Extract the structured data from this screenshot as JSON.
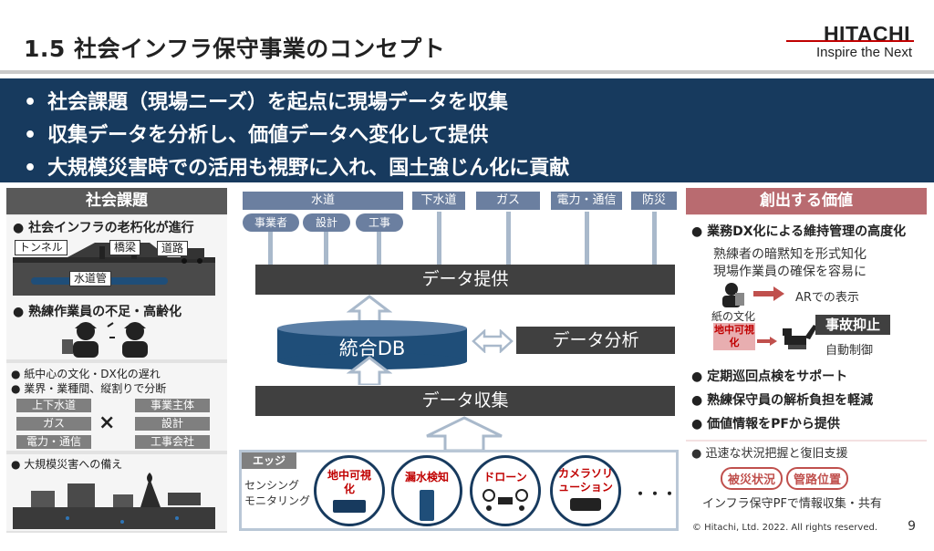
{
  "header": {
    "title": "1.5 社会インフラ保守事業のコンセプト",
    "logo_main": "HITACHI",
    "logo_sub": "Inspire the Next"
  },
  "banner": {
    "bullets": [
      "社会課題（現場ニーズ）を起点に現場データを収集",
      "収集データを分析し、価値データへ変化して提供",
      "大規模災害時での活用も視野に入れ、国土強じん化に貢献"
    ]
  },
  "left": {
    "heading": "社会課題",
    "aging": {
      "title": "社会インフラの老朽化が進行",
      "labels": [
        "トンネル",
        "橋梁",
        "道路",
        "水道管"
      ]
    },
    "workers": {
      "title": "熟練作業員の不足・高齢化"
    },
    "culture": {
      "lines": [
        "紙中心の文化・DX化の遅れ",
        "業界・業種間、縦割りで分断"
      ],
      "left_items": [
        "上下水道",
        "ガス",
        "電力・通信"
      ],
      "cross": "×",
      "right_items": [
        "事業主体",
        "設計",
        "工事会社"
      ]
    },
    "disaster": {
      "title": "大規模災害への備え"
    }
  },
  "center": {
    "targets": [
      "水道",
      "下水道",
      "ガス",
      "電力・通信",
      "防災"
    ],
    "roles": [
      "事業者",
      "設計",
      "工事"
    ],
    "data_provide": "データ提供",
    "db": "統合DB",
    "analysis": "データ分析",
    "data_collect": "データ収集",
    "edge_label": "エッジ",
    "sensing": [
      "センシング",
      "モニタリング"
    ],
    "circles": [
      "地中可視化",
      "漏水検知",
      "ドローン",
      "カメラソリューション"
    ],
    "more": "・・・"
  },
  "right": {
    "heading": "創出する価値",
    "dx_title": "業務DX化による維持管理の高度化",
    "dx_lines": [
      "熟練者の暗黙知を形式知化",
      "現場作業員の確保を容易に"
    ],
    "ar_label": "ARでの表示",
    "paper_label": "紙の文化",
    "underground_label": "地中可視化",
    "accident_label": "事故抑止",
    "auto_label": "自動制御",
    "bullets": [
      "定期巡回点検をサポート",
      "熟練保守員の解析負担を軽減",
      "価値情報をPFから提供"
    ],
    "recovery_title": "迅速な状況把握と復旧支援",
    "tags": [
      "被災状況",
      "管路位置"
    ],
    "platform_line": "インフラ保守PFで情報収集・共有"
  },
  "footer": {
    "copyright": "© Hitachi, Ltd. 2022. All rights reserved.",
    "page": "9"
  },
  "colors": {
    "navy": "#173a5e",
    "accent_red": "#c00000",
    "rose_header": "#b96b70",
    "slate_blue": "#6b7fa0"
  }
}
